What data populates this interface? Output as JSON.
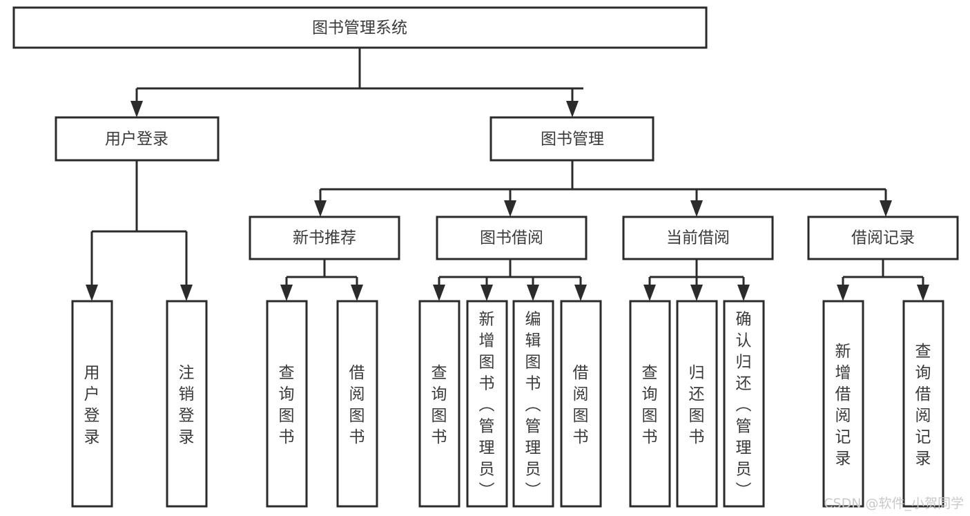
{
  "diagram": {
    "type": "hierarchy-tree",
    "title": "图书管理系统",
    "root": {
      "label": "图书管理系统",
      "level": 0
    },
    "level2": [
      {
        "label": "用户登录"
      },
      {
        "label": "图书管理"
      }
    ],
    "level3": [
      {
        "label": "新书推荐"
      },
      {
        "label": "图书借阅"
      },
      {
        "label": "当前借阅"
      },
      {
        "label": "借阅记录"
      }
    ],
    "leaves": {
      "user_login": [
        {
          "label": "用户登录"
        },
        {
          "label": "注销登录"
        }
      ],
      "new_book_recommend": [
        {
          "label": "查询图书"
        },
        {
          "label": "借阅图书"
        }
      ],
      "book_borrow": [
        {
          "label": "查询图书"
        },
        {
          "label": "新增图书（管理员）"
        },
        {
          "label": "编辑图书（管理员）"
        },
        {
          "label": "借阅图书"
        }
      ],
      "current_borrow": [
        {
          "label": "查询图书"
        },
        {
          "label": "归还图书"
        },
        {
          "label": "确认归还（管理员）"
        }
      ],
      "borrow_record": [
        {
          "label": "新增借阅记录"
        },
        {
          "label": "查询借阅记录"
        }
      ]
    }
  },
  "watermark": {
    "text": "CSDN @软件_小贺同学"
  },
  "colors": {
    "stroke": "#2b2b2b",
    "text": "#3a3a3a",
    "background": "#ffffff",
    "watermark": "#c9c9c9"
  }
}
